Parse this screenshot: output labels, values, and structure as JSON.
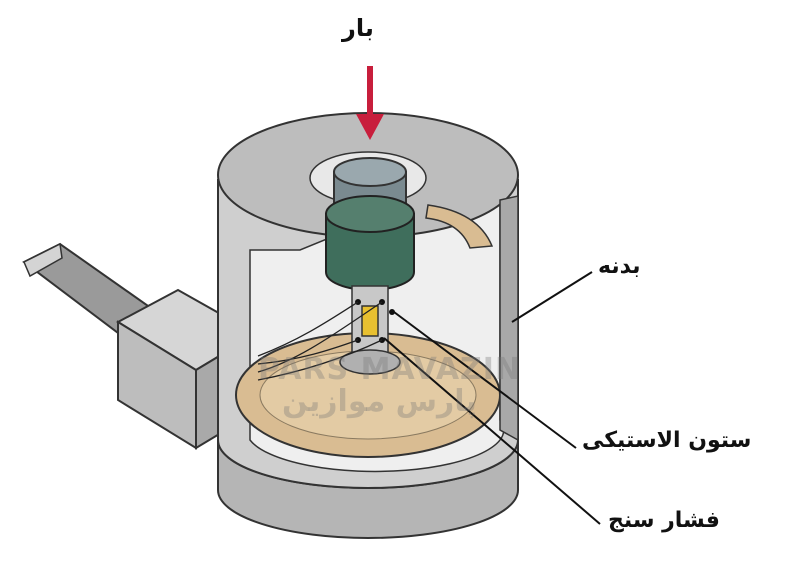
{
  "labels": {
    "load": "بار",
    "body": "بدنه",
    "elastic_column": "ستون الاستیکی",
    "strain_gauge": "فشار سنج"
  },
  "watermark": {
    "latin": "PARS MAVAZIN",
    "persian": "پارس موازین"
  },
  "colors": {
    "arrow": "#c81e3c",
    "housing": "#c9c9c9",
    "column": "#3f6e5c",
    "base_disk": "#d9bc92",
    "gauge": "#e8c030"
  }
}
